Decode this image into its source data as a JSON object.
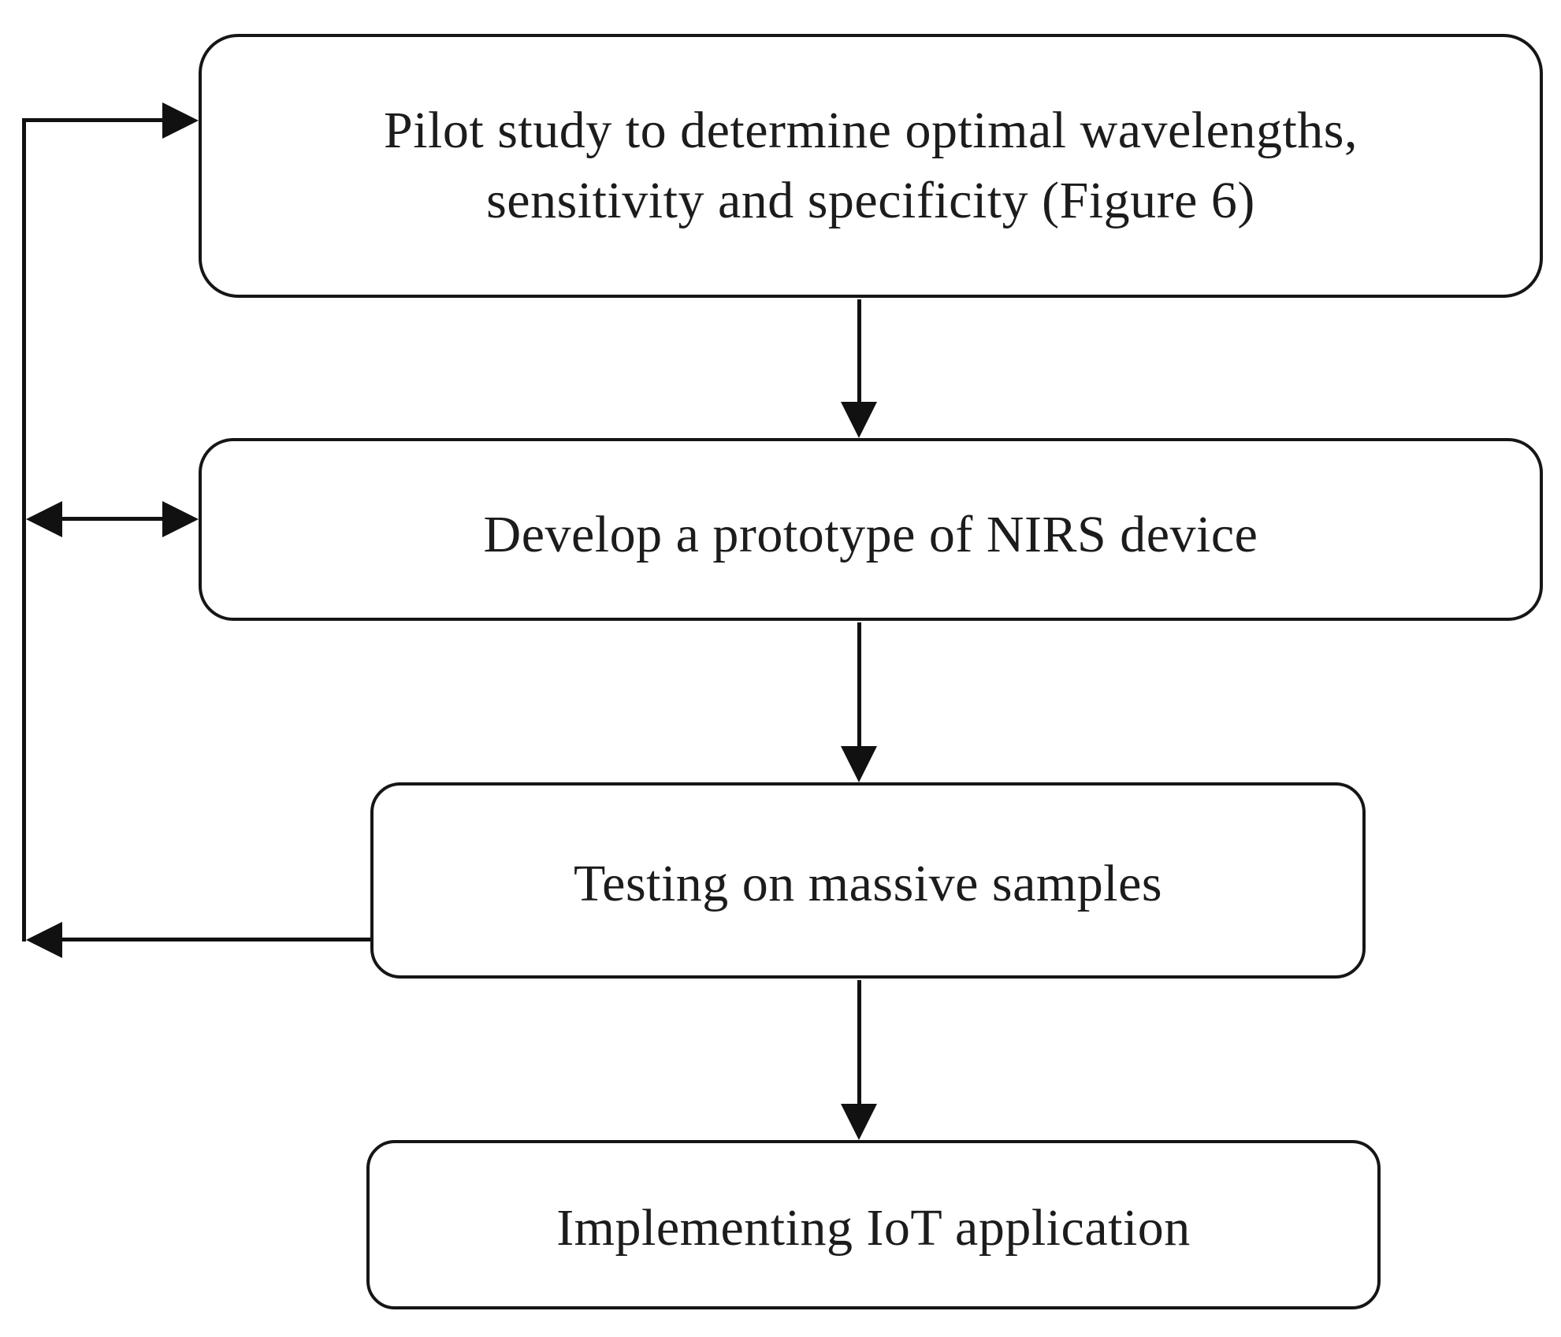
{
  "diagram": {
    "type": "flowchart",
    "colors": {
      "background": "#ffffff",
      "stroke": "#161616",
      "node_fill": "#ffffff",
      "text": "#1c1c1c"
    },
    "nodes": [
      {
        "id": "pilot-study",
        "lines": [
          "Pilot study to determine optimal wavelengths,",
          "sensitivity and specificity (Figure 6)"
        ]
      },
      {
        "id": "develop-prototype",
        "lines": [
          "Develop a prototype of NIRS device"
        ]
      },
      {
        "id": "testing-samples",
        "lines": [
          "Testing on massive samples"
        ]
      },
      {
        "id": "iot-application",
        "lines": [
          "Implementing IoT application"
        ]
      }
    ],
    "edges": [
      {
        "from": "pilot-study",
        "to": "develop-prototype",
        "style": "arrow-down"
      },
      {
        "from": "develop-prototype",
        "to": "testing-samples",
        "style": "arrow-down"
      },
      {
        "from": "testing-samples",
        "to": "iot-application",
        "style": "arrow-down"
      },
      {
        "from": "testing-samples",
        "to": "feedback-rail",
        "style": "arrow-left"
      },
      {
        "from": "feedback-rail",
        "to": "pilot-study",
        "style": "arrow-right"
      },
      {
        "from": "feedback-rail",
        "to": "develop-prototype",
        "style": "double-headed-arrow"
      }
    ]
  }
}
